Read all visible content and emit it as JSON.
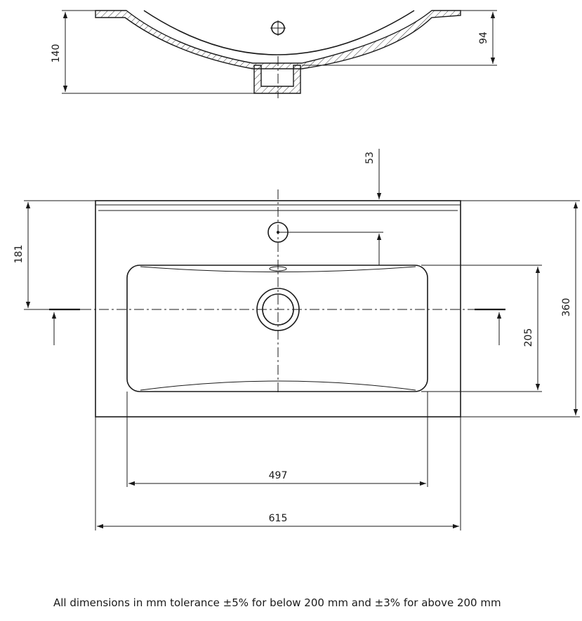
{
  "dimensions": {
    "depth_total": "140",
    "bowl_depth": "94",
    "tap_hole_offset": "53",
    "drain_offset": "181",
    "overall_depth": "360",
    "bowl_depth_front": "205",
    "bowl_width": "497",
    "overall_width": "615"
  },
  "footnote": "All dimensions in mm tolerance ±5% for below 200 mm and ±3% for above 200 mm"
}
